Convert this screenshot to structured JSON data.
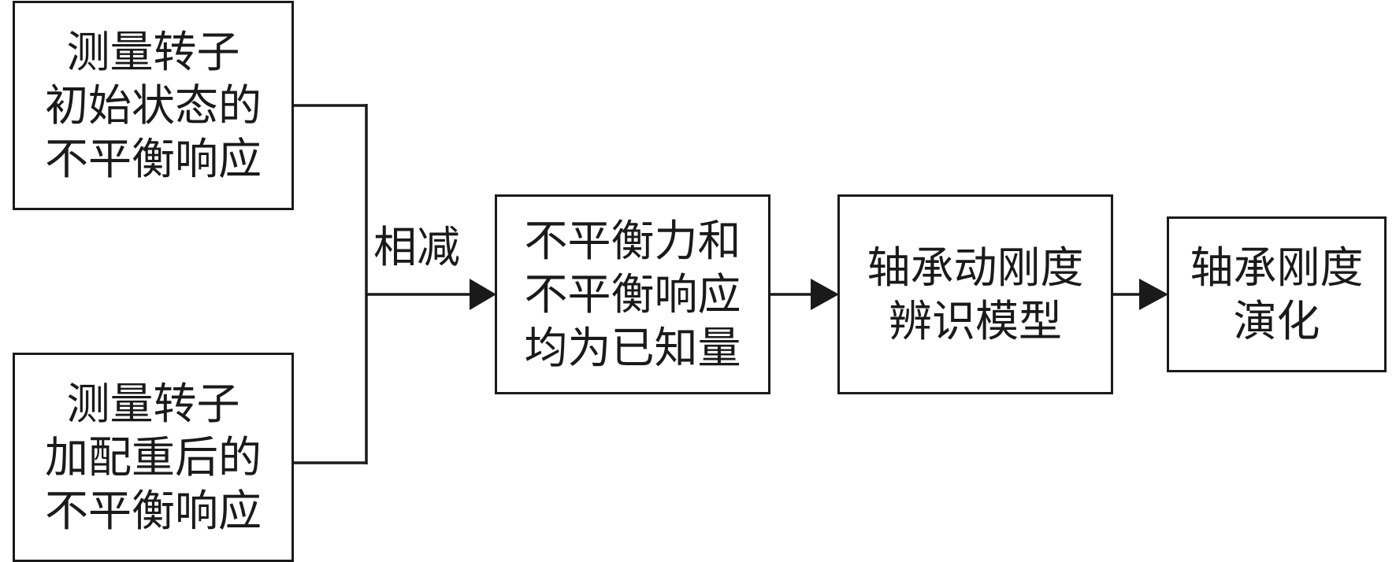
{
  "nodes": {
    "initial_response": {
      "lines": [
        "测量转子",
        "初始状态的",
        "不平衡响应"
      ]
    },
    "weighted_response": {
      "lines": [
        "测量转子",
        "加配重后的",
        "不平衡响应"
      ]
    },
    "known_quantities": {
      "lines": [
        "不平衡力和",
        "不平衡响应",
        "均为已知量"
      ]
    },
    "identification_model": {
      "lines": [
        "轴承动刚度",
        "辨识模型"
      ]
    },
    "stiffness_evolution": {
      "lines": [
        "轴承刚度",
        "演化"
      ]
    }
  },
  "edges": {
    "subtract_label": "相减"
  }
}
